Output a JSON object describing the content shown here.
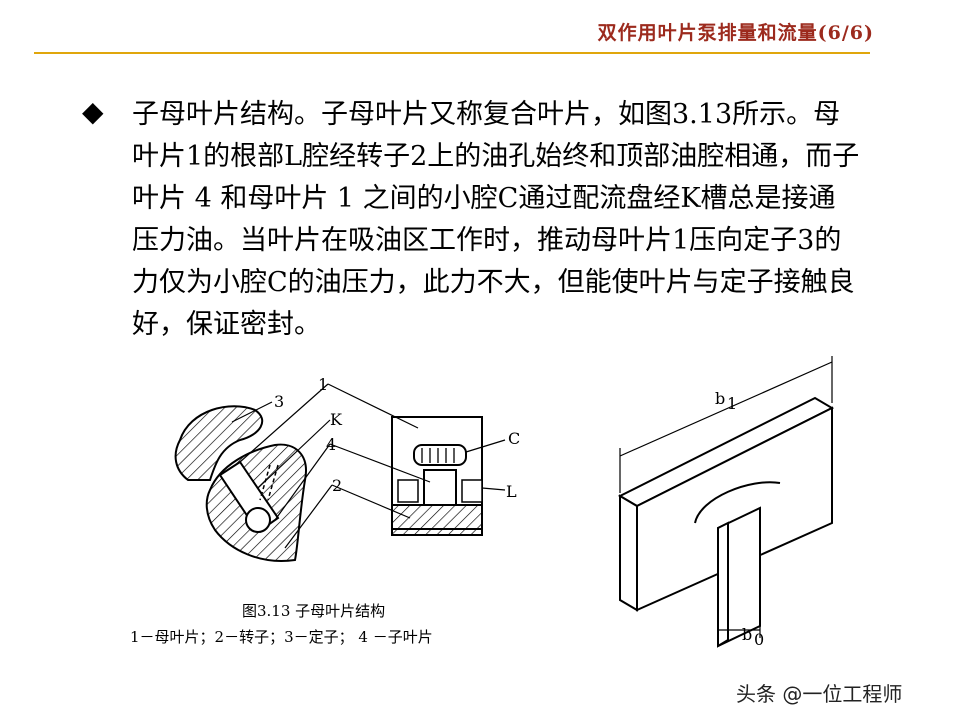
{
  "header": {
    "title": "双作用叶片泵排量和流量(6/6)",
    "rule_color": "#e0a60c",
    "title_color": "#9c2a1d"
  },
  "content": {
    "bullet": "◆",
    "paragraph": "子母叶片结构。子母叶片又称复合叶片，如图3.13所示。母叶片1的根部L腔经转子2上的油孔始终和顶部油腔相通，而子叶片 4 和母叶片 1 之间的小腔C通过配流盘经K槽总是接通压力油。当叶片在吸油区工作时，推动母叶片1压向定子3的力仅为小腔C的油压力，此力不大，但能使叶片与定子接触良好，保证密封。"
  },
  "figure_left": {
    "labels": {
      "l1": "1",
      "l2": "2",
      "l3": "3",
      "l4": "4",
      "lK": "K",
      "lC": "C",
      "lL": "L"
    }
  },
  "figure_right": {
    "labels": {
      "b1": "b",
      "b1_sub": "1",
      "b0": "b",
      "b0_sub": "0"
    }
  },
  "caption": {
    "title": "图3.13  子母叶片结构",
    "legend": "1－母叶片；2－转子；3－定子；  4 －子叶片"
  },
  "watermark": "头条 @一位工程师"
}
